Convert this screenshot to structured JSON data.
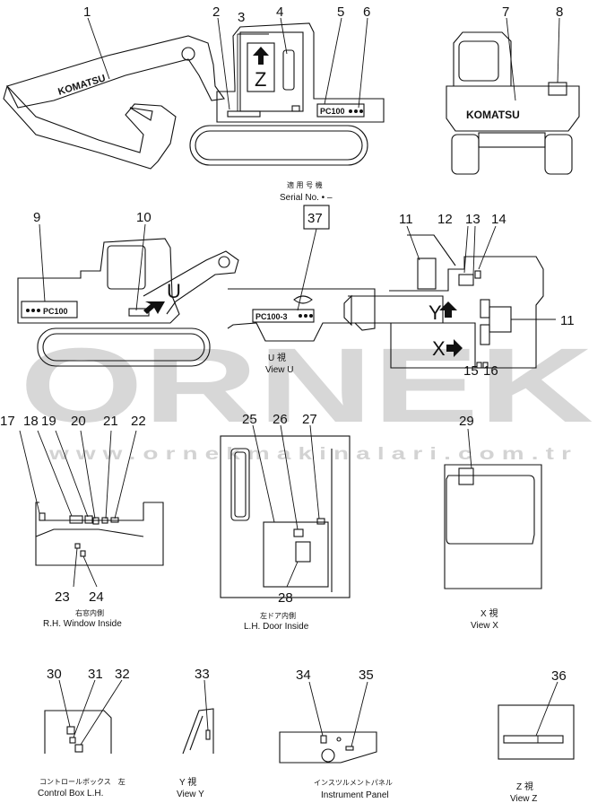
{
  "callouts": {
    "c1": "1",
    "c2": "2",
    "c3": "3",
    "c4": "4",
    "c5": "5",
    "c6": "6",
    "c7": "7",
    "c8": "8",
    "c9": "9",
    "c10": "10",
    "c11a": "11",
    "c11b": "11",
    "c12": "12",
    "c13": "13",
    "c14": "14",
    "c15": "15",
    "c16": "16",
    "c17": "17",
    "c18": "18",
    "c19": "19",
    "c20": "20",
    "c21": "21",
    "c22": "22",
    "c23": "23",
    "c24": "24",
    "c25": "25",
    "c26": "26",
    "c27": "27",
    "c28": "28",
    "c29": "29",
    "c30": "30",
    "c31": "31",
    "c32": "32",
    "c33": "33",
    "c34": "34",
    "c35": "35",
    "c36": "36",
    "c37": "37"
  },
  "labels": {
    "serial_jp": "適 用 号 機",
    "serial_en": "Serial  No.   • –",
    "letter_z": "Z",
    "letter_u": "U",
    "letter_x": "X",
    "letter_y": "Y",
    "brand": "KOMATSU",
    "model_pc100": "PC100",
    "model_pc100_3": "PC100-3"
  },
  "captions": {
    "view_u_jp": "U   視",
    "view_u_en": "View  U",
    "rh_window_jp": "右窓内側",
    "rh_window_en": "R.H. Window Inside",
    "lh_door_jp": "左ドア内側",
    "lh_door_en": "L.H. Door Inside",
    "view_x_jp": "X   視",
    "view_x_en": "View  X",
    "control_box_jp": "コントロールボックス　左",
    "control_box_en": "Control  Box  L.H.",
    "view_y_jp": "Y   視",
    "view_y_en": "View  Y",
    "instrument_jp": "インスツルメントパネル",
    "instrument_en": "Instrument Panel",
    "view_z_jp": "Z   視",
    "view_z_en": "View  Z"
  },
  "watermark": {
    "big_text": "ORNEK",
    "url_text": "www.ornekmakinalari.com.tr"
  }
}
